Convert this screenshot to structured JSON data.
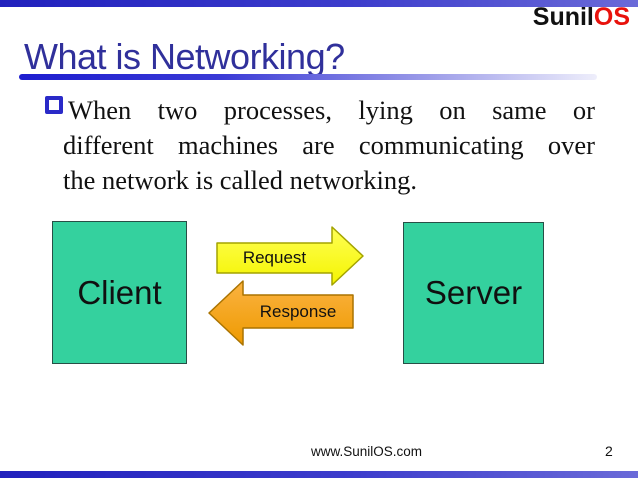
{
  "logo": {
    "part1": "Sunil",
    "part2": "OS"
  },
  "slide": {
    "title": "What is Networking?",
    "bullet_lines": [
      "When two processes, lying on same or",
      "different machines are communicating over",
      "the network is called networking."
    ],
    "footer": {
      "url": "www.SunilOS.com",
      "page_number": "2"
    }
  },
  "diagram": {
    "client_label": "Client",
    "server_label": "Server",
    "request_label": "Request",
    "response_label": "Response"
  },
  "colors": {
    "accent_bar_blue": "#2121bd",
    "title_blue": "#30309b",
    "bullet_blue": "#2a2ac8",
    "logo_black": "#111111",
    "logo_red": "#e8120c",
    "node_green": "#34d19e",
    "request_yellow": "#fbfb05",
    "response_orange": "#f5a01e"
  }
}
